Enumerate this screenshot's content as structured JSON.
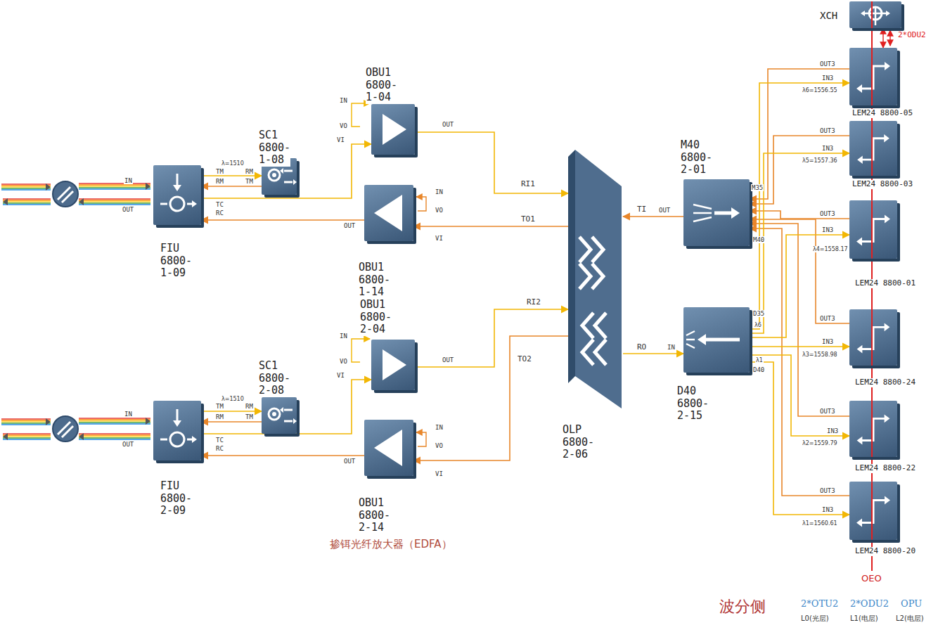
{
  "diagram": {
    "nodes": [
      {
        "text": [
          "FIU 6800-1-09"
        ]
      },
      {
        "text": [
          "SC1 6800-1-08"
        ]
      },
      {
        "text": [
          "OBU1 6800-1-04"
        ]
      },
      {
        "text": [
          "OBU1 6800-1-14"
        ]
      },
      {
        "text": [
          "OBU1 6800-2-04"
        ]
      },
      {
        "text": [
          "SC1 6800-2-08"
        ]
      },
      {
        "text": [
          "FIU 6800-2-09"
        ]
      },
      {
        "text": [
          "OBU1 6800-2-14"
        ]
      },
      {
        "text": [
          "OLP 6800-2-06"
        ]
      },
      {
        "text": [
          "M40 6800-2-01"
        ]
      },
      {
        "text": [
          "D40 6800-2-15"
        ]
      },
      {
        "text": [
          "XCH"
        ]
      },
      {
        "text": [
          "LEM24 8800-05"
        ]
      },
      {
        "text": [
          "LEM24 8800-03"
        ]
      },
      {
        "text": [
          "LEM24 8800-01"
        ]
      },
      {
        "text": [
          "LEM24 8800-24"
        ]
      },
      {
        "text": [
          "LEM24 8800-22"
        ]
      },
      {
        "text": [
          "LEM24 8800-20"
        ]
      }
    ],
    "edges": [
      {
        "from": 0,
        "to": 2,
        "arrow": "to"
      },
      {
        "from": 3,
        "to": 0,
        "arrow": "to"
      },
      {
        "from": 0,
        "to": 1,
        "arrow": "to"
      },
      {
        "from": 1,
        "to": 0,
        "arrow": "to"
      },
      {
        "from": 2,
        "to": 8,
        "arrow": "to",
        "label": "RI1"
      },
      {
        "from": 8,
        "to": 3,
        "arrow": "to",
        "label": "TO1"
      },
      {
        "from": 6,
        "to": 4,
        "arrow": "to"
      },
      {
        "from": 7,
        "to": 6,
        "arrow": "to"
      },
      {
        "from": 6,
        "to": 5,
        "arrow": "to"
      },
      {
        "from": 5,
        "to": 6,
        "arrow": "to"
      },
      {
        "from": 4,
        "to": 8,
        "arrow": "to",
        "label": "RI2"
      },
      {
        "from": 8,
        "to": 7,
        "arrow": "to",
        "label": "TO2"
      },
      {
        "from": 9,
        "to": 8,
        "arrow": "to",
        "label": "TI"
      },
      {
        "from": 8,
        "to": 10,
        "arrow": "to",
        "label": "RO"
      },
      {
        "from": 12,
        "to": 9,
        "arrow": "to"
      },
      {
        "from": 13,
        "to": 9,
        "arrow": "to"
      },
      {
        "from": 14,
        "to": 9,
        "arrow": "to"
      },
      {
        "from": 15,
        "to": 9,
        "arrow": "to"
      },
      {
        "from": 16,
        "to": 9,
        "arrow": "to"
      },
      {
        "from": 17,
        "to": 9,
        "arrow": "to"
      },
      {
        "from": 10,
        "to": 12,
        "arrow": "to"
      },
      {
        "from": 10,
        "to": 13,
        "arrow": "to"
      },
      {
        "from": 10,
        "to": 14,
        "arrow": "to"
      },
      {
        "from": 10,
        "to": 15,
        "arrow": "to"
      },
      {
        "from": 10,
        "to": 16,
        "arrow": "to"
      },
      {
        "from": 10,
        "to": 17,
        "arrow": "to"
      },
      {
        "from": 11,
        "to": 12,
        "arrow": "both",
        "label": "2*ODU2"
      }
    ],
    "labels": [
      "IN",
      "OUT",
      "λ=1510",
      "TM",
      "RM",
      "RM",
      "TM",
      "TC",
      "RC",
      "IN",
      "VO",
      "VI",
      "OUT",
      "IN",
      "VO",
      "VI",
      "OUT",
      "IN",
      "OUT",
      "λ=1510",
      "TM",
      "RM",
      "RM",
      "TM",
      "TC",
      "RC",
      "IN",
      "VO",
      "VI",
      "OUT",
      "IN",
      "VO",
      "VI",
      "OUT",
      "OUT",
      "M35",
      "M40",
      "IN",
      "D35",
      "λ6",
      "λ1",
      "D40",
      "OUT3",
      "IN3",
      "λ6=1556.55",
      "OUT3",
      "IN3",
      "λ5=1557.36",
      "OUT3",
      "IN3",
      "λ4=1558.17",
      "OUT3",
      "IN3",
      "λ3=1558.98",
      "OUT3",
      "IN3",
      "λ2=1559.79",
      "OUT3",
      "IN3",
      "λ1=1560.61",
      "掺铒光纤放大器（EDFA）",
      "OEO",
      "波分侧",
      "2*OTU2",
      "2*ODU2",
      "OPU",
      "L0(光层)",
      "L1(电层)",
      "L2(电层)"
    ]
  }
}
